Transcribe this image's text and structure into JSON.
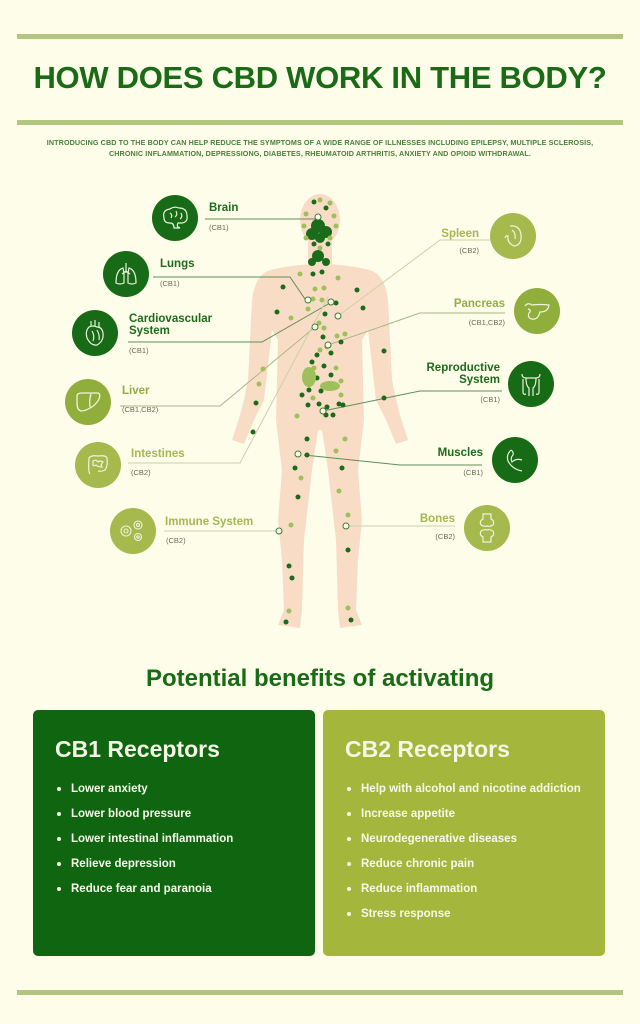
{
  "header": {
    "title": "HOW DOES CBD WORK IN THE BODY?",
    "intro_line1": "INTRODUCING CBD TO THE BODY CAN HELP REDUCE THE SYMPTOMS OF A WIDE RANGE OF ILLNESSES INCLUDING EPILEPSY, MULTIPLE SCLEROSIS,",
    "intro_line2": "CHRONIC INFLAMMATION, DEPRESSIONG, DIABETES, RHEUMATOID ARTHRITIS, ANXIETY AND OPIOID WITHDRAWAL."
  },
  "colors": {
    "background": "#fdfdea",
    "dark_green": "#176a16",
    "light_green": "#8fae3c",
    "olive": "#a4b73c",
    "rule": "#b3c57e",
    "body_skin": "#f8dcc6"
  },
  "organs": {
    "left": [
      {
        "name": "Brain",
        "receptors": "(CB1)",
        "icon": "brain-icon",
        "tone": "dark"
      },
      {
        "name": "Lungs",
        "receptors": "(CB1)",
        "icon": "lungs-icon",
        "tone": "dark"
      },
      {
        "name": "Cardiovascular",
        "name2": "System",
        "receptors": "(CB1)",
        "icon": "heart-icon",
        "tone": "dark"
      },
      {
        "name": "Liver",
        "receptors": "(CB1,CB2)",
        "icon": "liver-icon",
        "tone": "light"
      },
      {
        "name": "Intestines",
        "receptors": "(CB2)",
        "icon": "intestines-icon",
        "tone": "olive"
      },
      {
        "name": "Immune System",
        "receptors": "(CB2)",
        "icon": "cells-icon",
        "tone": "olive"
      }
    ],
    "right": [
      {
        "name": "Spleen",
        "receptors": "(CB2)",
        "icon": "spleen-icon",
        "tone": "olive"
      },
      {
        "name": "Pancreas",
        "receptors": "(CB1,CB2)",
        "icon": "pancreas-icon",
        "tone": "light"
      },
      {
        "name": "Reproductive",
        "name2": "System",
        "receptors": "(CB1)",
        "icon": "reproductive-icon",
        "tone": "dark"
      },
      {
        "name": "Muscles",
        "receptors": "(CB1)",
        "icon": "muscle-icon",
        "tone": "dark"
      },
      {
        "name": "Bones",
        "receptors": "(CB2)",
        "icon": "bone-joint-icon",
        "tone": "olive"
      }
    ]
  },
  "benefits": {
    "title": "Potential benefits of activating",
    "cb1": {
      "title": "CB1 Receptors",
      "items": [
        "Lower anxiety",
        "Lower blood pressure",
        "Lower intestinal inflammation",
        "Relieve depression",
        "Reduce fear and paranoia"
      ]
    },
    "cb2": {
      "title": "CB2 Receptors",
      "items": [
        "Help with alcohol and nicotine addiction",
        "Increase appetite",
        "Neurodegenerative diseases",
        "Reduce chronic pain",
        "Reduce inflammation",
        "Stress response"
      ]
    }
  }
}
